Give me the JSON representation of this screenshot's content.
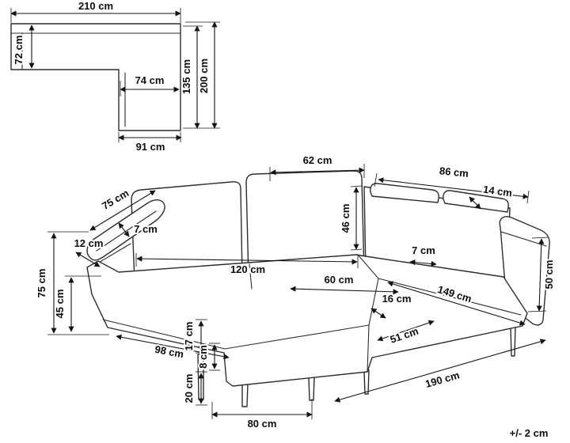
{
  "diagram": {
    "tolerance": "+/- 2 cm"
  },
  "top_view": {
    "overall_width": "210 cm",
    "back_depth": "72 cm",
    "chaise_inner_width": "74 cm",
    "chaise_outer_width": "91 cm",
    "chaise_depth": "135 cm",
    "overall_depth": "200 cm"
  },
  "sofa": {
    "back_cushion_width": "62 cm",
    "right_back_width": "86 cm",
    "armrest_length": "75 cm",
    "armrest_width": "7 cm",
    "side_panel": "12 cm",
    "headrest_thickness": "14 cm",
    "back_cushion_height": "46 cm",
    "seat_width": "120 cm",
    "back_cushion_depth": "7 cm",
    "seat_depth": "60 cm",
    "seat_cushion_height": "16 cm",
    "armrest_height": "50 cm",
    "overall_height": "75 cm",
    "seat_height": "45 cm",
    "right_side_length": "149 cm",
    "chaise_front_width": "51 cm",
    "left_front_width": "98 cm",
    "seat_frame_height": "17 cm",
    "base_height": "8 cm",
    "leg_height": "20 cm",
    "front_leg_span": "80 cm",
    "overall_length": "190 cm"
  }
}
